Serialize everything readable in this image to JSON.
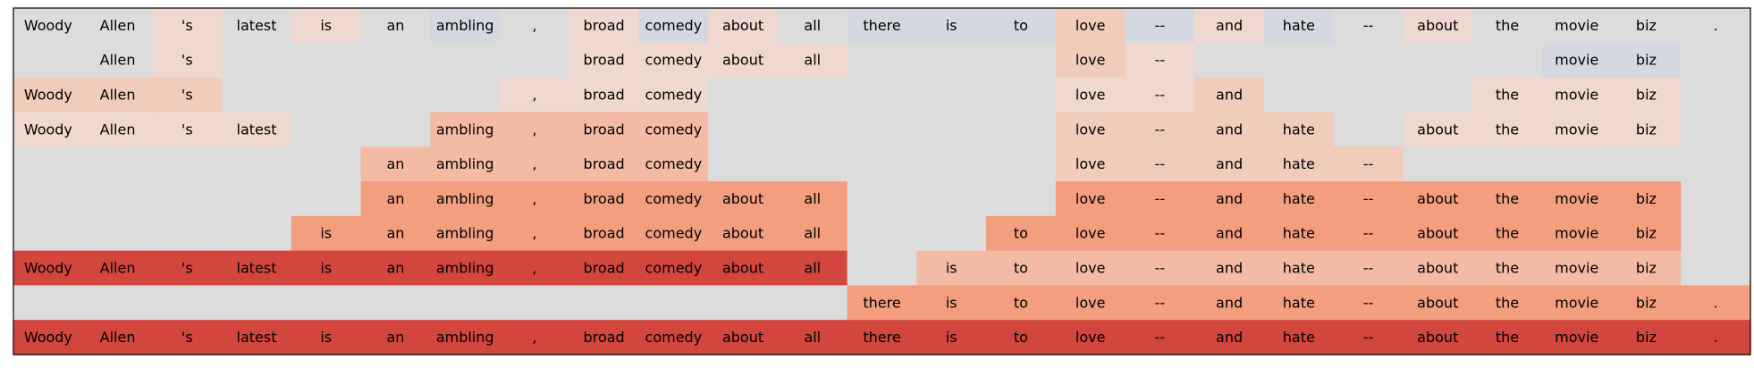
{
  "chart_data": {
    "type": "heatmap",
    "tokens": [
      "Woody",
      "Allen",
      "'s",
      "latest",
      "is",
      "an",
      "ambling",
      ",",
      "broad",
      "comedy",
      "about",
      "all",
      "there",
      "is",
      "to",
      "love",
      "--",
      "and",
      "hate",
      "--",
      "about",
      "the",
      "movie",
      "biz",
      "."
    ],
    "rows": [
      {
        "shown": [
          1,
          1,
          1,
          1,
          1,
          1,
          1,
          1,
          1,
          1,
          1,
          1,
          1,
          1,
          1,
          1,
          1,
          1,
          1,
          1,
          1,
          1,
          1,
          1,
          1
        ],
        "values": [
          0,
          0,
          1,
          0,
          1,
          0,
          -1,
          0,
          1,
          -1,
          1,
          0,
          -1,
          -1,
          -1,
          2,
          -1,
          1,
          -1,
          0,
          1,
          0,
          0,
          0,
          0
        ]
      },
      {
        "shown": [
          0,
          1,
          1,
          0,
          0,
          0,
          0,
          0,
          1,
          1,
          1,
          1,
          0,
          0,
          0,
          1,
          1,
          0,
          0,
          0,
          0,
          0,
          1,
          1,
          0
        ],
        "values": [
          0,
          0,
          1,
          0,
          0,
          0,
          0,
          0,
          1,
          1,
          1,
          1,
          0,
          0,
          0,
          2,
          1,
          0,
          0,
          0,
          0,
          0,
          -1,
          -1,
          0
        ]
      },
      {
        "shown": [
          1,
          1,
          1,
          0,
          0,
          0,
          0,
          1,
          1,
          1,
          0,
          0,
          0,
          0,
          0,
          1,
          1,
          1,
          0,
          0,
          0,
          1,
          1,
          1,
          0
        ],
        "values": [
          2,
          2,
          2,
          0,
          0,
          0,
          0,
          1,
          1,
          1,
          0,
          0,
          0,
          0,
          0,
          1,
          1,
          2,
          0,
          0,
          0,
          1,
          1,
          1,
          0
        ]
      },
      {
        "shown": [
          1,
          1,
          1,
          1,
          0,
          0,
          1,
          1,
          1,
          1,
          0,
          0,
          0,
          0,
          0,
          1,
          1,
          1,
          1,
          0,
          1,
          1,
          1,
          1,
          0
        ],
        "values": [
          1,
          1,
          1,
          1,
          0,
          0,
          3,
          3,
          3,
          3,
          0,
          0,
          0,
          0,
          0,
          2,
          2,
          2,
          2,
          0,
          1,
          1,
          1,
          1,
          0
        ]
      },
      {
        "shown": [
          0,
          0,
          0,
          0,
          0,
          1,
          1,
          1,
          1,
          1,
          0,
          0,
          0,
          0,
          0,
          1,
          1,
          1,
          1,
          1,
          0,
          0,
          0,
          0,
          0
        ],
        "values": [
          0,
          0,
          0,
          0,
          0,
          3,
          3,
          3,
          3,
          3,
          0,
          0,
          0,
          0,
          0,
          2,
          2,
          2,
          2,
          2,
          0,
          0,
          0,
          0,
          0
        ]
      },
      {
        "shown": [
          0,
          0,
          0,
          0,
          0,
          1,
          1,
          1,
          1,
          1,
          1,
          1,
          0,
          0,
          0,
          1,
          1,
          1,
          1,
          1,
          1,
          1,
          1,
          1,
          0
        ],
        "values": [
          0,
          0,
          0,
          0,
          0,
          4,
          4,
          4,
          4,
          4,
          4,
          4,
          0,
          0,
          0,
          4,
          4,
          4,
          4,
          4,
          4,
          4,
          4,
          4,
          0
        ]
      },
      {
        "shown": [
          0,
          0,
          0,
          0,
          1,
          1,
          1,
          1,
          1,
          1,
          1,
          1,
          0,
          0,
          1,
          1,
          1,
          1,
          1,
          1,
          1,
          1,
          1,
          1,
          0
        ],
        "values": [
          0,
          0,
          0,
          0,
          4,
          4,
          4,
          4,
          4,
          4,
          4,
          4,
          0,
          0,
          4,
          4,
          4,
          4,
          4,
          4,
          4,
          4,
          4,
          4,
          0
        ]
      },
      {
        "shown": [
          1,
          1,
          1,
          1,
          1,
          1,
          1,
          1,
          1,
          1,
          1,
          1,
          0,
          1,
          1,
          1,
          1,
          1,
          1,
          1,
          1,
          1,
          1,
          1,
          0
        ],
        "values": [
          7,
          7,
          7,
          7,
          7,
          7,
          7,
          7,
          7,
          7,
          7,
          7,
          0,
          3,
          3,
          3,
          3,
          3,
          3,
          3,
          3,
          3,
          3,
          3,
          0
        ]
      },
      {
        "shown": [
          0,
          0,
          0,
          0,
          0,
          0,
          0,
          0,
          0,
          0,
          0,
          0,
          1,
          1,
          1,
          1,
          1,
          1,
          1,
          1,
          1,
          1,
          1,
          1,
          1
        ],
        "values": [
          0,
          0,
          0,
          0,
          0,
          0,
          0,
          0,
          0,
          0,
          0,
          0,
          4,
          4,
          4,
          4,
          4,
          4,
          4,
          4,
          4,
          4,
          4,
          4,
          4
        ]
      },
      {
        "shown": [
          1,
          1,
          1,
          1,
          1,
          1,
          1,
          1,
          1,
          1,
          1,
          1,
          1,
          1,
          1,
          1,
          1,
          1,
          1,
          1,
          1,
          1,
          1,
          1,
          1
        ],
        "values": [
          7,
          7,
          7,
          7,
          7,
          7,
          7,
          7,
          7,
          7,
          7,
          7,
          7,
          7,
          7,
          7,
          7,
          7,
          7,
          7,
          7,
          7,
          7,
          7,
          7
        ]
      }
    ],
    "value_range": [
      -1,
      7
    ],
    "colormap": {
      "-1": "#d5d8e0",
      "0": "#dddcdc",
      "1": "#eed8cf",
      "2": "#f1ccbb",
      "3": "#f4bba4",
      "4": "#f29e7f",
      "5": "#ea8062",
      "6": "#dd6150",
      "7": "#d2463d"
    },
    "grid": false,
    "legend": "none"
  }
}
